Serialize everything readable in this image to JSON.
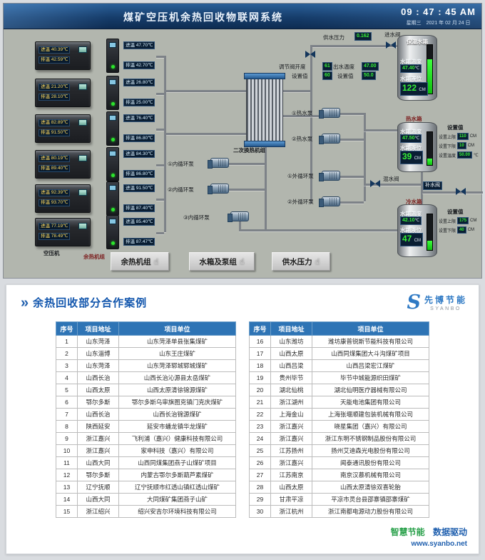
{
  "scada": {
    "title": "煤矿空压机余热回收物联网系统",
    "clock": {
      "time": "09 : 47 : 45 AM",
      "date": "星期三　2021 年 02 月 24 日"
    },
    "comp_labels": {
      "in": "进温",
      "out": "排温",
      "unit": "℃"
    },
    "compressors": [
      {
        "m_in": "40.39",
        "m_out": "42.59",
        "c_in": "47.70",
        "c_out": "42.70"
      },
      {
        "m_in": "21.20",
        "m_out": "28.10",
        "c_in": "26.80",
        "c_out": "25.00"
      },
      {
        "m_in": "82.89",
        "m_out": "91.50",
        "c_in": "76.40",
        "c_out": "86.80"
      },
      {
        "m_in": "80.19",
        "m_out": "89.40",
        "c_in": "84.30",
        "c_out": "86.80"
      },
      {
        "m_in": "92.39",
        "m_out": "93.70",
        "c_in": "91.50",
        "c_out": "87.40"
      },
      {
        "m_in": "77.19",
        "m_out": "78.49",
        "c_in": "85.40",
        "c_out": "87.47"
      }
    ],
    "labels": {
      "compressor": "空压机",
      "heat_unit": "余热机组",
      "exchanger": "二次换热机组",
      "supply_pressure": "供水压力",
      "supply_pressure_value": "0.162",
      "inlet_valve": "进水阀",
      "valve_opening": "调节阀开度",
      "valve_opening_value": "61",
      "setpoint": "设置值",
      "valve_opening_set": "60",
      "outlet_temp": "出水温度",
      "outlet_temp_value": "47.00",
      "outlet_temp_set": "50.0",
      "mix_valve": "混水阀",
      "makeup_valve": "补水阀"
    },
    "pumps": [
      "①热水泵",
      "②热水泵",
      "①外循环泵",
      "②外循环泵",
      "①内循环泵",
      "②内循环泵",
      "③内循环泵"
    ],
    "tanks": {
      "insulated": {
        "name": "保温水箱",
        "temp_label": "水箱温度",
        "temp": "47.40",
        "temp_unit": "℃",
        "level_label": "水箱液位",
        "level": "122",
        "level_unit": "CM"
      },
      "hot": {
        "name": "热水箱",
        "temp_label": "水箱温度",
        "temp": "47.50",
        "temp_unit": "℃",
        "level_label": "水箱液位",
        "level": "39",
        "level_unit": "CM",
        "settings": [
          {
            "label": "设置上限",
            "value": "110",
            "unit": "CM"
          },
          {
            "label": "设置下限",
            "value": "10",
            "unit": "CM"
          },
          {
            "label": "设置温度",
            "value": "50.00",
            "unit": "℃"
          }
        ]
      },
      "cold": {
        "name": "冷水箱",
        "temp_label": "水箱温度",
        "temp": "42.10",
        "temp_unit": "℃",
        "level_label": "水箱液位",
        "level": "47",
        "level_unit": "CM",
        "settings": [
          {
            "label": "设置上限",
            "value": "175",
            "unit": "CM"
          },
          {
            "label": "设置下限",
            "value": "40",
            "unit": "CM"
          }
        ]
      }
    },
    "buttons": [
      "余热机组",
      "水箱及泵组",
      "供水压力"
    ],
    "hand_icon": "☝"
  },
  "cases": {
    "chevron": "»",
    "heading": "余热回收部分合作案例",
    "logo": {
      "mark": "S",
      "name": "先博节能",
      "sub": "SYANBO"
    },
    "columns": [
      "序号",
      "项目地址",
      "项目单位"
    ],
    "left_rows": [
      [
        "1",
        "山东菏泽",
        "山东菏泽单县张集煤矿"
      ],
      [
        "2",
        "山东淄博",
        "山东王庄煤矿"
      ],
      [
        "3",
        "山东菏泽",
        "山东菏泽郓城郓城煤矿"
      ],
      [
        "4",
        "山西长治",
        "山西长治沁源县太岳煤矿"
      ],
      [
        "5",
        "山西太原",
        "山西太原清徐锦源煤矿"
      ],
      [
        "6",
        "鄂尔多斯",
        "鄂尔多斯乌审旗图克镇门克庆煤矿"
      ],
      [
        "7",
        "山西长治",
        "山西长治锦源煤矿"
      ],
      [
        "8",
        "陕西延安",
        "延安市蟠龙镇华龙煤矿"
      ],
      [
        "9",
        "浙江嘉兴",
        "飞利浦（嘉兴）健康科技有限公司"
      ],
      [
        "10",
        "浙江嘉兴",
        "家申科技（嘉兴）有限公司"
      ],
      [
        "11",
        "山西大同",
        "山西同煤集团燕子山煤矿项目"
      ],
      [
        "12",
        "鄂尔多斯",
        "内蒙古鄂尔多斯葫芦素煤矿"
      ],
      [
        "13",
        "辽宁抚顺",
        "辽宁抚顺市红透山镇红透山煤矿"
      ],
      [
        "14",
        "山西大同",
        "大同煤矿集团燕子山矿"
      ],
      [
        "15",
        "浙江绍兴",
        "绍兴安吉尔环境科技有限公司"
      ]
    ],
    "right_rows": [
      [
        "16",
        "山东潍坊",
        "潍坊康普锐斯节能科技有限公司"
      ],
      [
        "17",
        "山西太原",
        "山西同煤集团大斗沟煤矿项目"
      ],
      [
        "18",
        "山西吕梁",
        "山西吕梁宏江煤矿"
      ],
      [
        "19",
        "贵州毕节",
        "毕节中城能源织田煤矿"
      ],
      [
        "20",
        "湖北仙桃",
        "湖北仙明医疗器械有限公司"
      ],
      [
        "21",
        "浙江湖州",
        "天能电池集团有限公司"
      ],
      [
        "22",
        "上海金山",
        "上海张堰顺建包装机械有限公司"
      ],
      [
        "23",
        "浙江嘉兴",
        "晓星集团（嘉兴）有限公司"
      ],
      [
        "24",
        "浙江嘉兴",
        "浙江东明不锈钢制品股份有限公司"
      ],
      [
        "25",
        "江苏扬州",
        "扬州艾迪森光电股份有限公司"
      ],
      [
        "26",
        "浙江嘉兴",
        "闻泰通讯股份有限公司"
      ],
      [
        "27",
        "江苏南京",
        "南京汉慕机械有限公司"
      ],
      [
        "28",
        "山西太原",
        "山西太原清徐双喜轮胎"
      ],
      [
        "29",
        "甘肃平凉",
        "平凉市灵台县邵寨镇邵寨煤矿"
      ],
      [
        "30",
        "浙江杭州",
        "浙江南都电源动力股份有限公司"
      ]
    ],
    "footer": {
      "slogan_green": "智慧节能",
      "slogan_blue": "数据驱动",
      "url": "www.syanbo.net"
    }
  }
}
